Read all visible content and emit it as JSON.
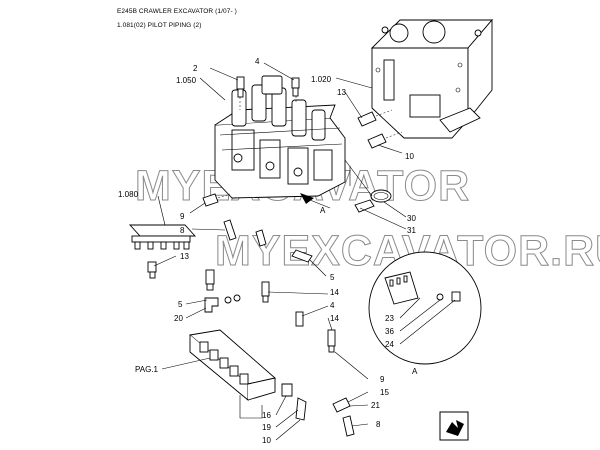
{
  "header": {
    "model": "E245B CRAWLER EXCAVATOR (1/07- )",
    "section": "1.081(02) PILOT PIPING (2)"
  },
  "watermark": {
    "line1": "MYEXCAVATOR",
    "line2": "MYEXCAVATOR.RU"
  },
  "callouts": {
    "c2": "2",
    "c4a": "4",
    "c1050": "1.050",
    "c1020": "1.020",
    "c13a": "13",
    "c10a": "10",
    "cA1": "A",
    "c1080": "1.080",
    "c9a": "9",
    "c8a": "8",
    "c30": "30",
    "c31": "31",
    "c13b": "13",
    "c5a": "5",
    "c14a": "14",
    "c4b": "4",
    "c14b": "14",
    "c5b": "5",
    "c20": "20",
    "c23": "23",
    "c36": "36",
    "c24": "24",
    "cA2": "A",
    "pag": "PAG.1",
    "c9b": "9",
    "c15": "15",
    "c21": "21",
    "c16": "16",
    "c19": "19",
    "c10b": "10",
    "c8b": "8"
  },
  "icons": {
    "nav": "next-page-arrow-icon"
  }
}
